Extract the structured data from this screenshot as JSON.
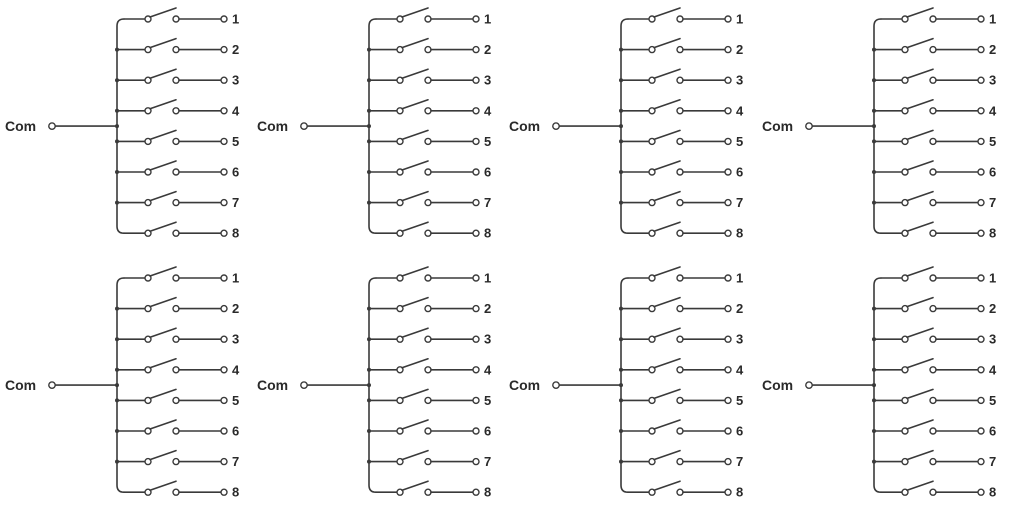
{
  "diagram": {
    "common_label": "Com",
    "output_labels": [
      "1",
      "2",
      "3",
      "4",
      "5",
      "6",
      "7",
      "8"
    ],
    "layout": "4 columns x 2 rows of identical 1-to-8 switch banks"
  },
  "colors": {
    "line": "#3a3a3a",
    "text": "#2a2a2a",
    "background": "#ffffff"
  }
}
